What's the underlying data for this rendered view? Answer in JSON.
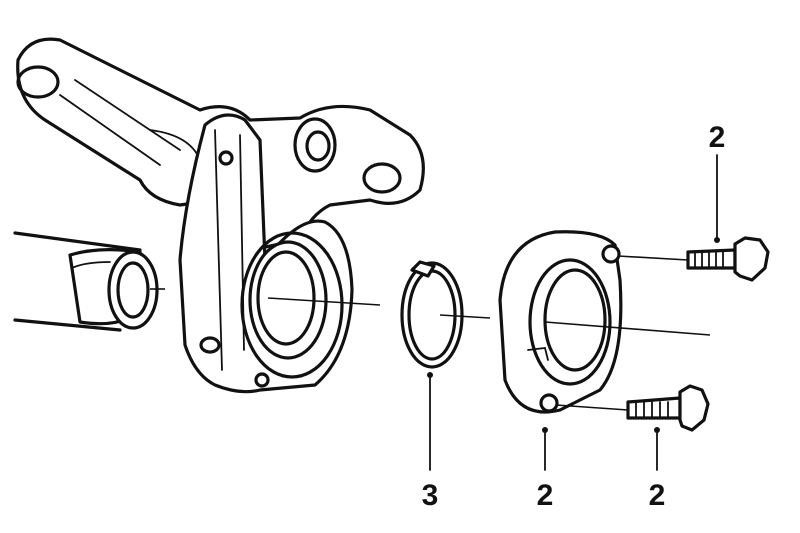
{
  "callouts": [
    {
      "id": "bolt-top",
      "label": "2"
    },
    {
      "id": "circlip",
      "label": "3"
    },
    {
      "id": "flange-ring",
      "label": "2"
    },
    {
      "id": "bolt-bottom",
      "label": "2"
    }
  ]
}
